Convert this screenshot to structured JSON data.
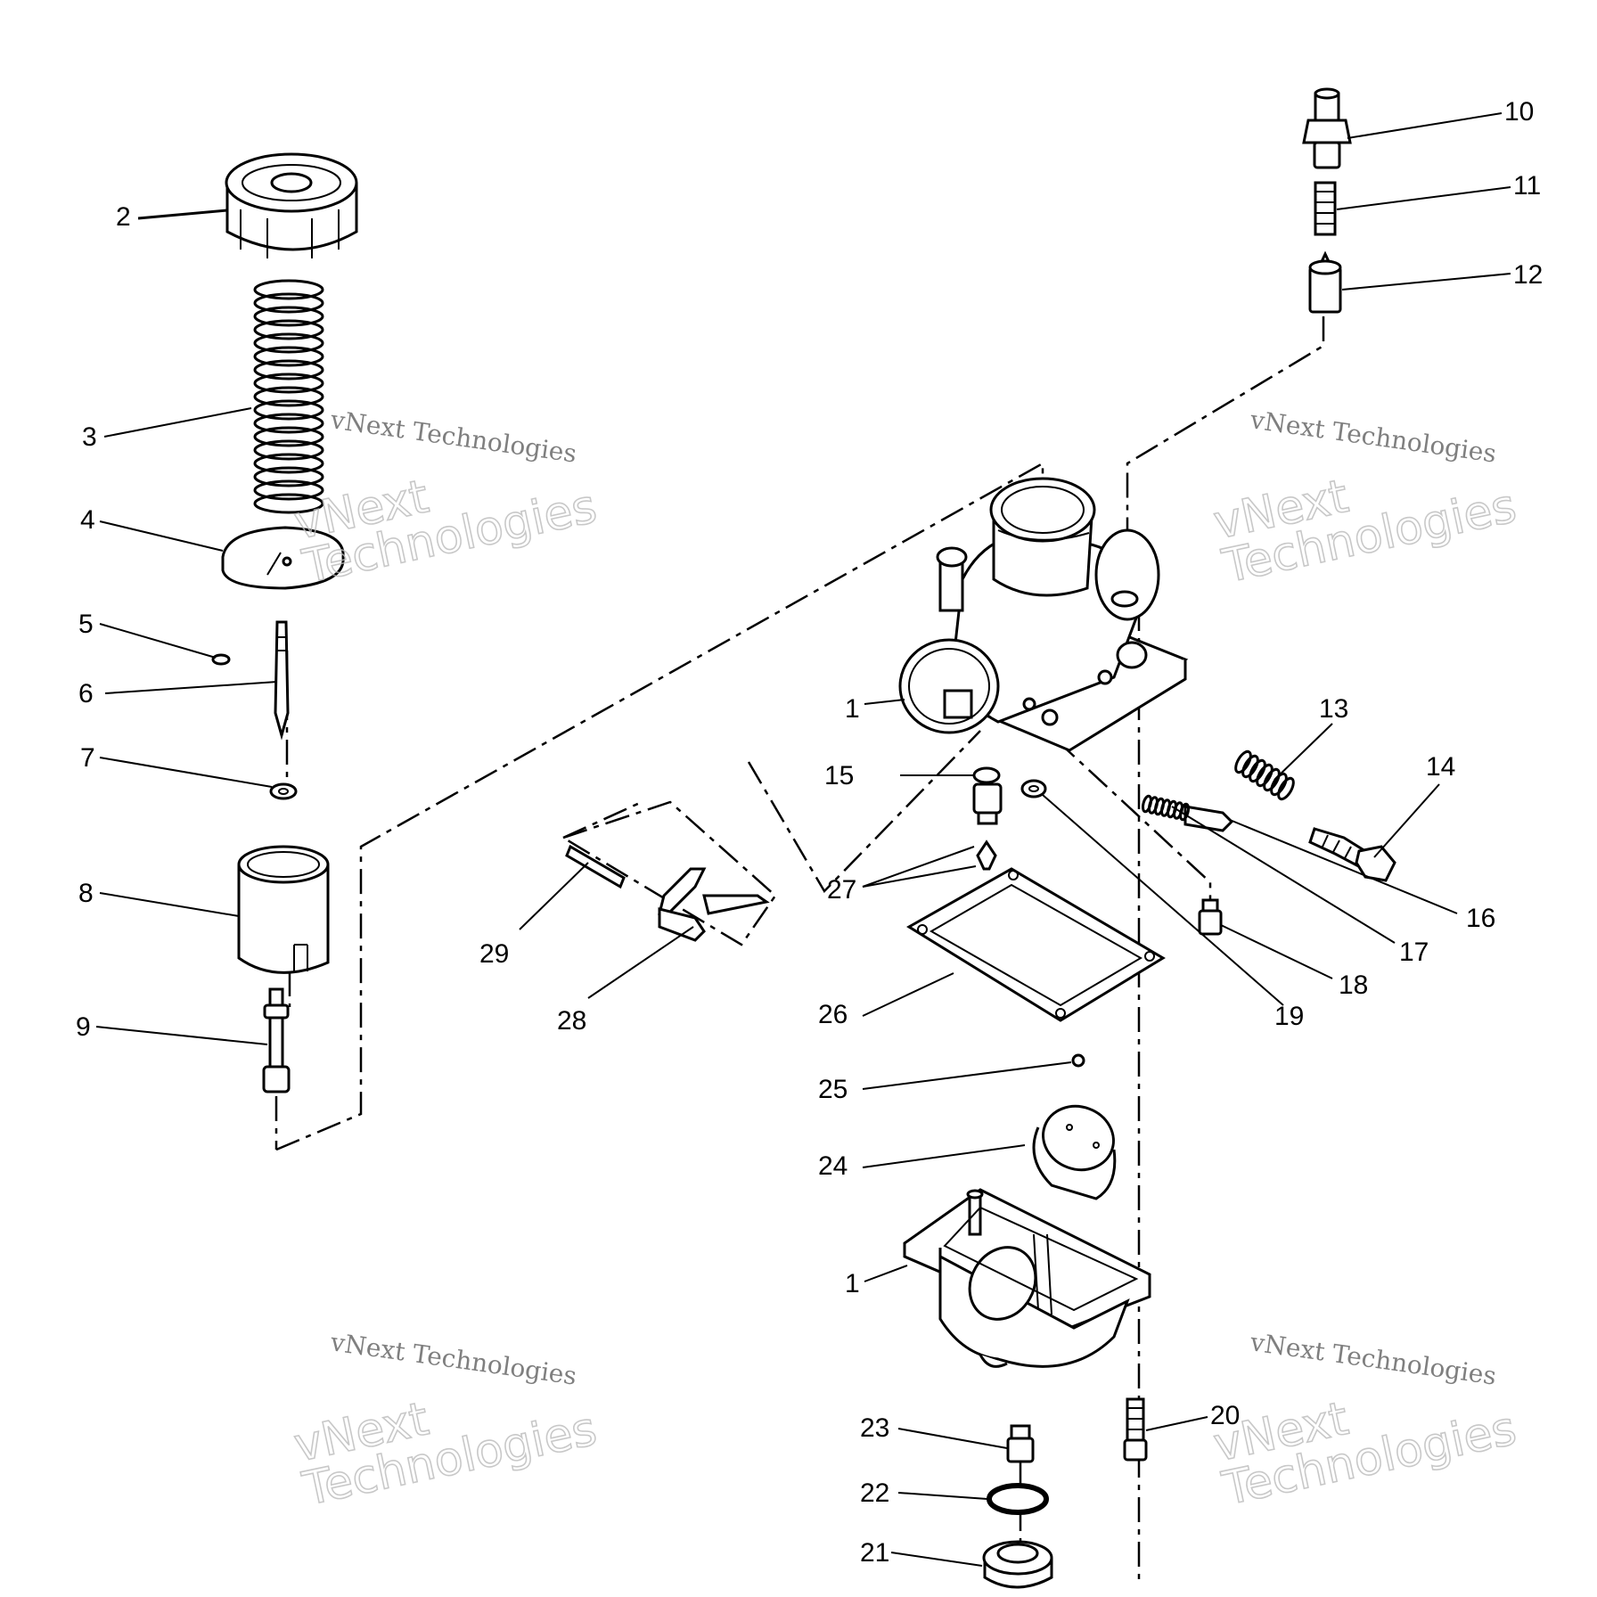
{
  "diagram": {
    "callouts": [
      "1",
      "1",
      "2",
      "3",
      "4",
      "5",
      "6",
      "7",
      "8",
      "9",
      "10",
      "11",
      "12",
      "13",
      "14",
      "15",
      "16",
      "17",
      "18",
      "19",
      "20",
      "21",
      "22",
      "23",
      "24",
      "25",
      "26",
      "27",
      "28",
      "29"
    ]
  },
  "watermark": {
    "small_text": "vNext Technologies",
    "large_line1": "vNext",
    "large_line2": "Technologies"
  }
}
